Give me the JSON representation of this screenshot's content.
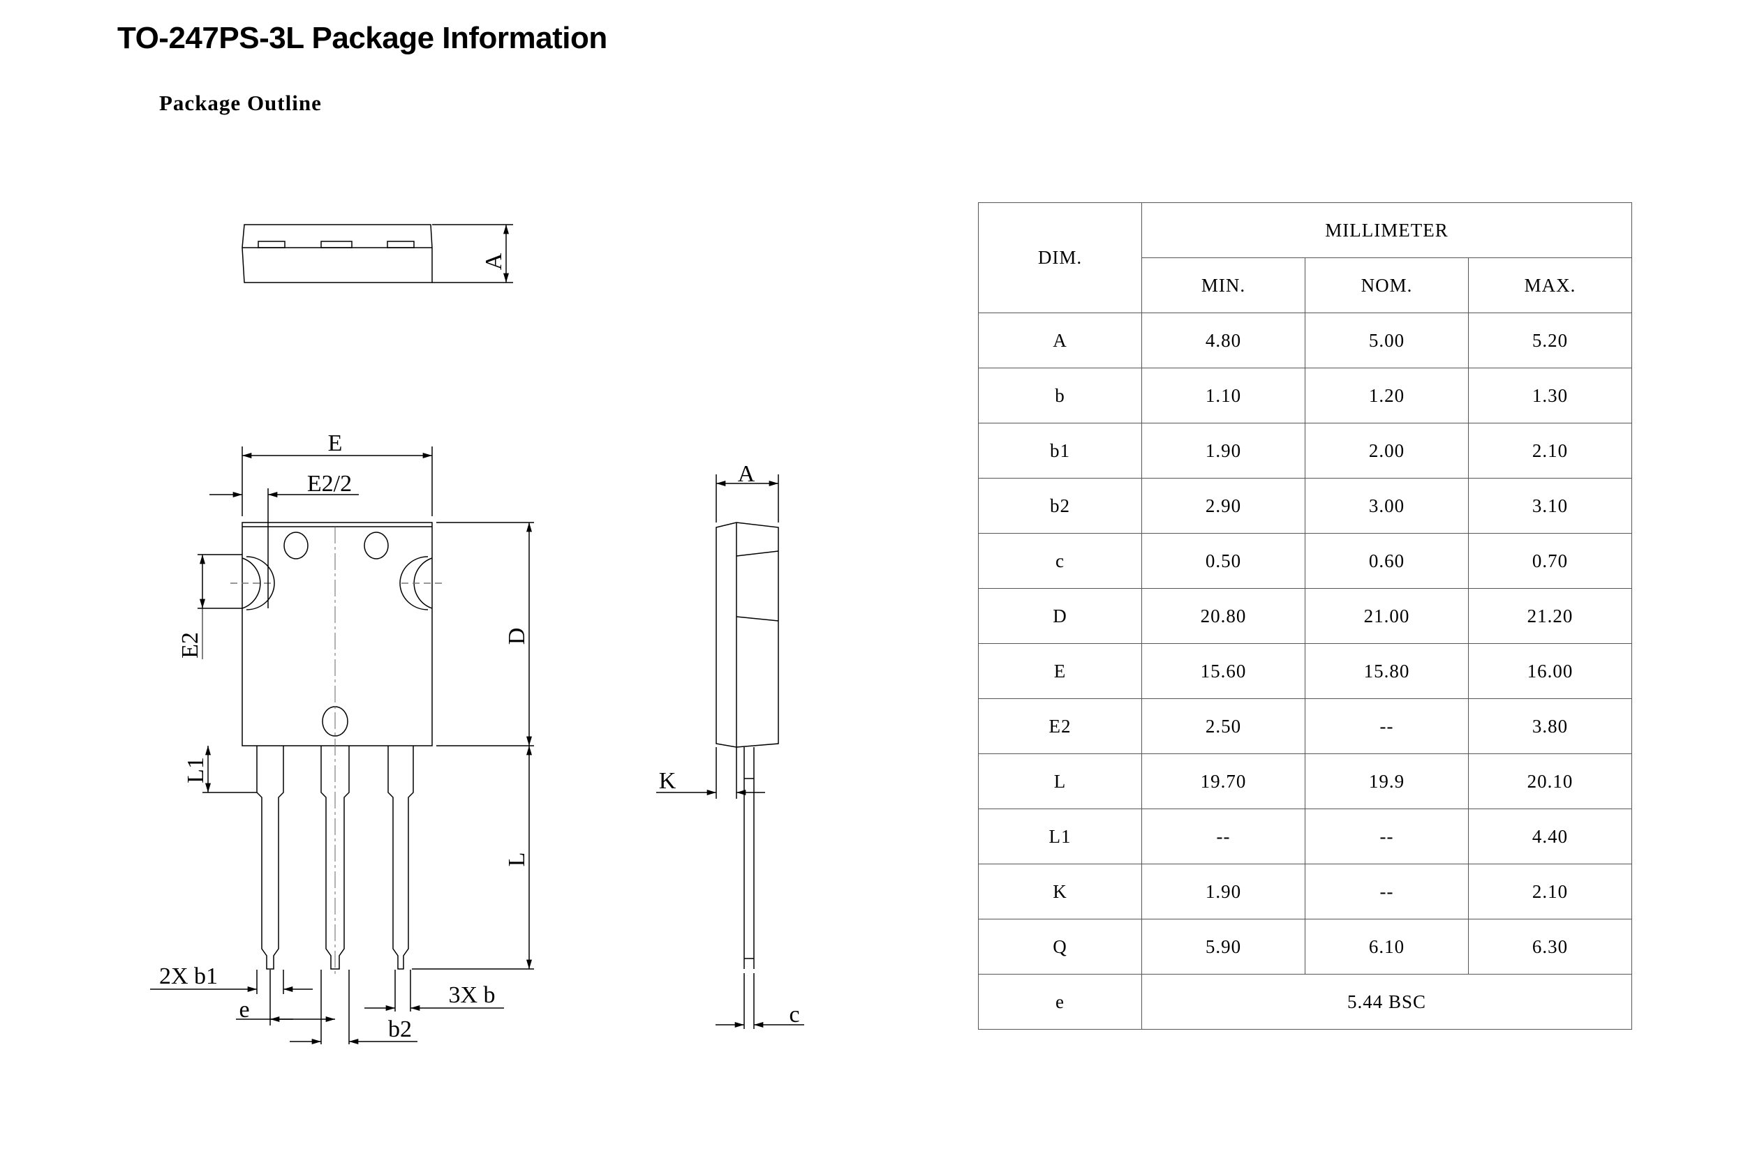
{
  "header": {
    "title": "TO-247PS-3L Package Information",
    "subtitle": "Package Outline"
  },
  "drawing": {
    "top_view": {
      "dim_A": "A"
    },
    "front_view": {
      "dim_E": "E",
      "dim_E2_half": "E2/2",
      "dim_E2": "E2",
      "dim_D": "D",
      "dim_L": "L",
      "dim_L1": "L1",
      "dim_2x_b1": "2X b1",
      "dim_e": "e",
      "dim_b2": "b2",
      "dim_3x_b": "3X b"
    },
    "side_view": {
      "dim_A": "A",
      "dim_K": "K",
      "dim_c": "c"
    }
  },
  "table": {
    "dim_header": "DIM.",
    "unit_header": "MILLIMETER",
    "col_headers": [
      "MIN.",
      "NOM.",
      "MAX."
    ],
    "rows": [
      {
        "dim": "A",
        "min": "4.80",
        "nom": "5.00",
        "max": "5.20"
      },
      {
        "dim": "b",
        "min": "1.10",
        "nom": "1.20",
        "max": "1.30"
      },
      {
        "dim": "b1",
        "min": "1.90",
        "nom": "2.00",
        "max": "2.10"
      },
      {
        "dim": "b2",
        "min": "2.90",
        "nom": "3.00",
        "max": "3.10"
      },
      {
        "dim": "c",
        "min": "0.50",
        "nom": "0.60",
        "max": "0.70"
      },
      {
        "dim": "D",
        "min": "20.80",
        "nom": "21.00",
        "max": "21.20"
      },
      {
        "dim": "E",
        "min": "15.60",
        "nom": "15.80",
        "max": "16.00"
      },
      {
        "dim": "E2",
        "min": "2.50",
        "nom": "--",
        "max": "3.80"
      },
      {
        "dim": "L",
        "min": "19.70",
        "nom": "19.9",
        "max": "20.10"
      },
      {
        "dim": "L1",
        "min": "--",
        "nom": "--",
        "max": "4.40"
      },
      {
        "dim": "K",
        "min": "1.90",
        "nom": "--",
        "max": "2.10"
      },
      {
        "dim": "Q",
        "min": "5.90",
        "nom": "6.10",
        "max": "6.30"
      }
    ],
    "span_row": {
      "dim": "e",
      "value": "5.44 BSC"
    }
  }
}
